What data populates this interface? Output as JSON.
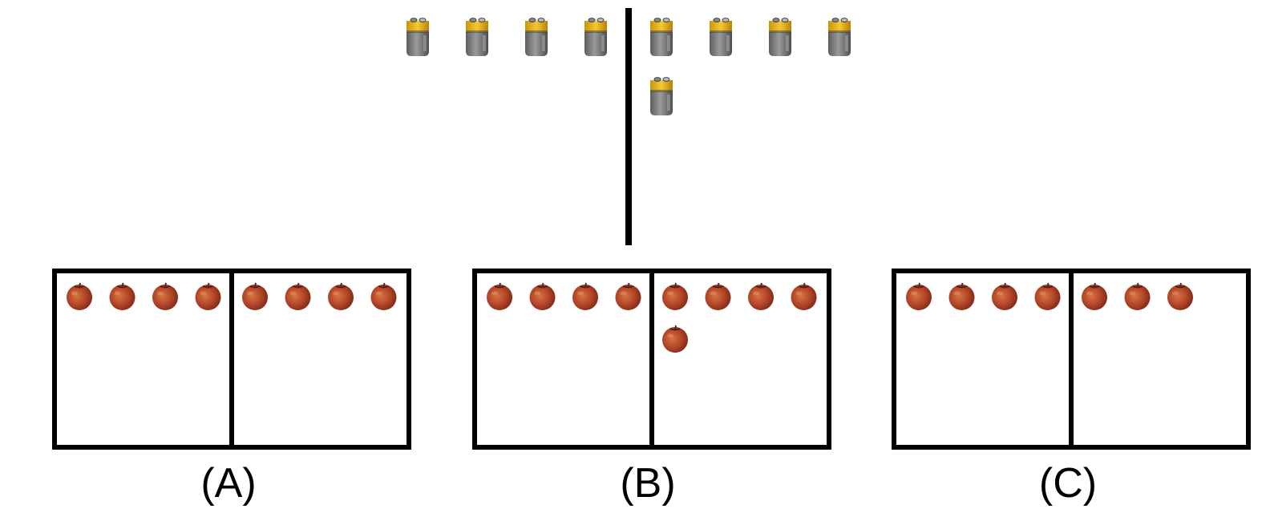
{
  "reference": {
    "item_icon": "battery-9v-icon",
    "left_count": 4,
    "right_rows": [
      4,
      1
    ]
  },
  "options": [
    {
      "label": "(A)",
      "item_icon": "apple-icon",
      "left_count": 4,
      "right_count": 4
    },
    {
      "label": "(B)",
      "item_icon": "apple-icon",
      "left_count": 4,
      "right_count": 5
    },
    {
      "label": "(C)",
      "item_icon": "apple-icon",
      "left_count": 4,
      "right_count": 3
    }
  ],
  "colors": {
    "line": "#000000",
    "battery_body": "#7a7a7a",
    "battery_top": "#e8b21a",
    "apple": "#b2452a"
  }
}
